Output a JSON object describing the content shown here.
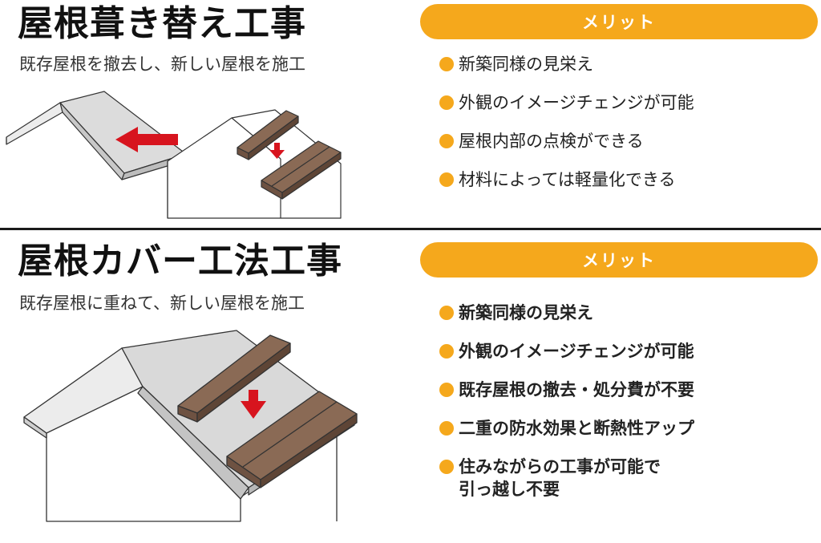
{
  "sections": [
    {
      "title": "屋根葺き替え工事",
      "subtitle": "既存屋根を撤去し、新しい屋根を施工",
      "merit_label": "メリット",
      "merits": [
        [
          "新築同様の見栄え"
        ],
        [
          "外観のイメージチェンジが可能"
        ],
        [
          "屋根内部の点検ができる"
        ],
        [
          "材料によっては軽量化できる"
        ]
      ]
    },
    {
      "title": "屋根カバー工法工事",
      "subtitle": "既存屋根に重ねて、新しい屋根を施工",
      "merit_label": "メリット",
      "merits": [
        [
          "新築同様の見栄え"
        ],
        [
          "外観のイメージチェンジが可能"
        ],
        [
          "既存屋根の撤去・処分費が不要"
        ],
        [
          "二重の防水効果と断熱性アップ"
        ],
        [
          "住みながらの工事が可能で",
          "引っ越し不要"
        ]
      ]
    }
  ],
  "colors": {
    "accent": "#f5a81c",
    "arrow": "#d7141e",
    "old_roof": "#d9d9d9",
    "new_roof": "#8a6a55"
  }
}
